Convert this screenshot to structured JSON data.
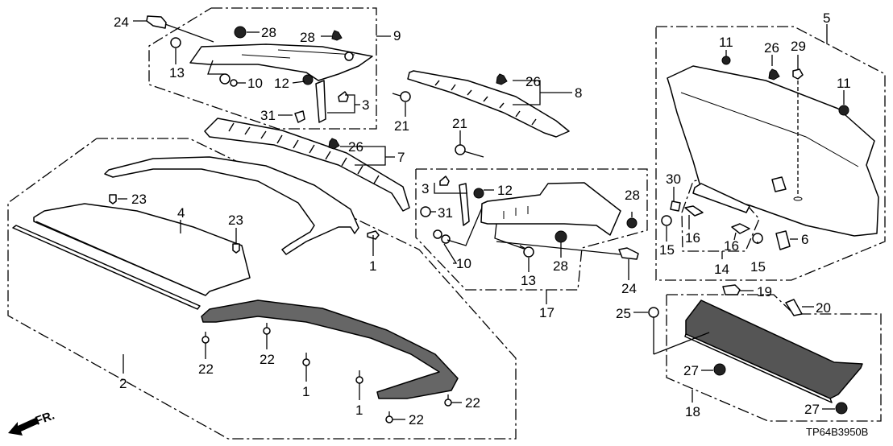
{
  "diagram": {
    "title": "Rear interior trim parts diagram",
    "drawing_code": "TP64B3950B",
    "direction_indicator": "FR.",
    "callouts": {
      "c1a": "1",
      "c1b": "1",
      "c1c": "1",
      "c2": "2",
      "c3a": "3",
      "c3b": "3",
      "c4": "4",
      "c5": "5",
      "c6": "6",
      "c7": "7",
      "c8": "8",
      "c9": "9",
      "c10a": "10",
      "c10b": "10",
      "c11a": "11",
      "c11b": "11",
      "c12a": "12",
      "c12b": "12",
      "c13a": "13",
      "c13b": "13",
      "c14": "14",
      "c15a": "15",
      "c15b": "15",
      "c16a": "16",
      "c16b": "16",
      "c17": "17",
      "c18": "18",
      "c19": "19",
      "c20": "20",
      "c21a": "21",
      "c21b": "21",
      "c22a": "22",
      "c22b": "22",
      "c22c": "22",
      "c22d": "22",
      "c23a": "23",
      "c23b": "23",
      "c24a": "24",
      "c24b": "24",
      "c25": "25",
      "c26a": "26",
      "c26b": "26",
      "c26c": "26",
      "c27a": "27",
      "c27b": "27",
      "c28a": "28",
      "c28b": "28",
      "c28c": "28",
      "c28d": "28",
      "c29": "29",
      "c30": "30",
      "c31a": "31",
      "c31b": "31"
    }
  }
}
